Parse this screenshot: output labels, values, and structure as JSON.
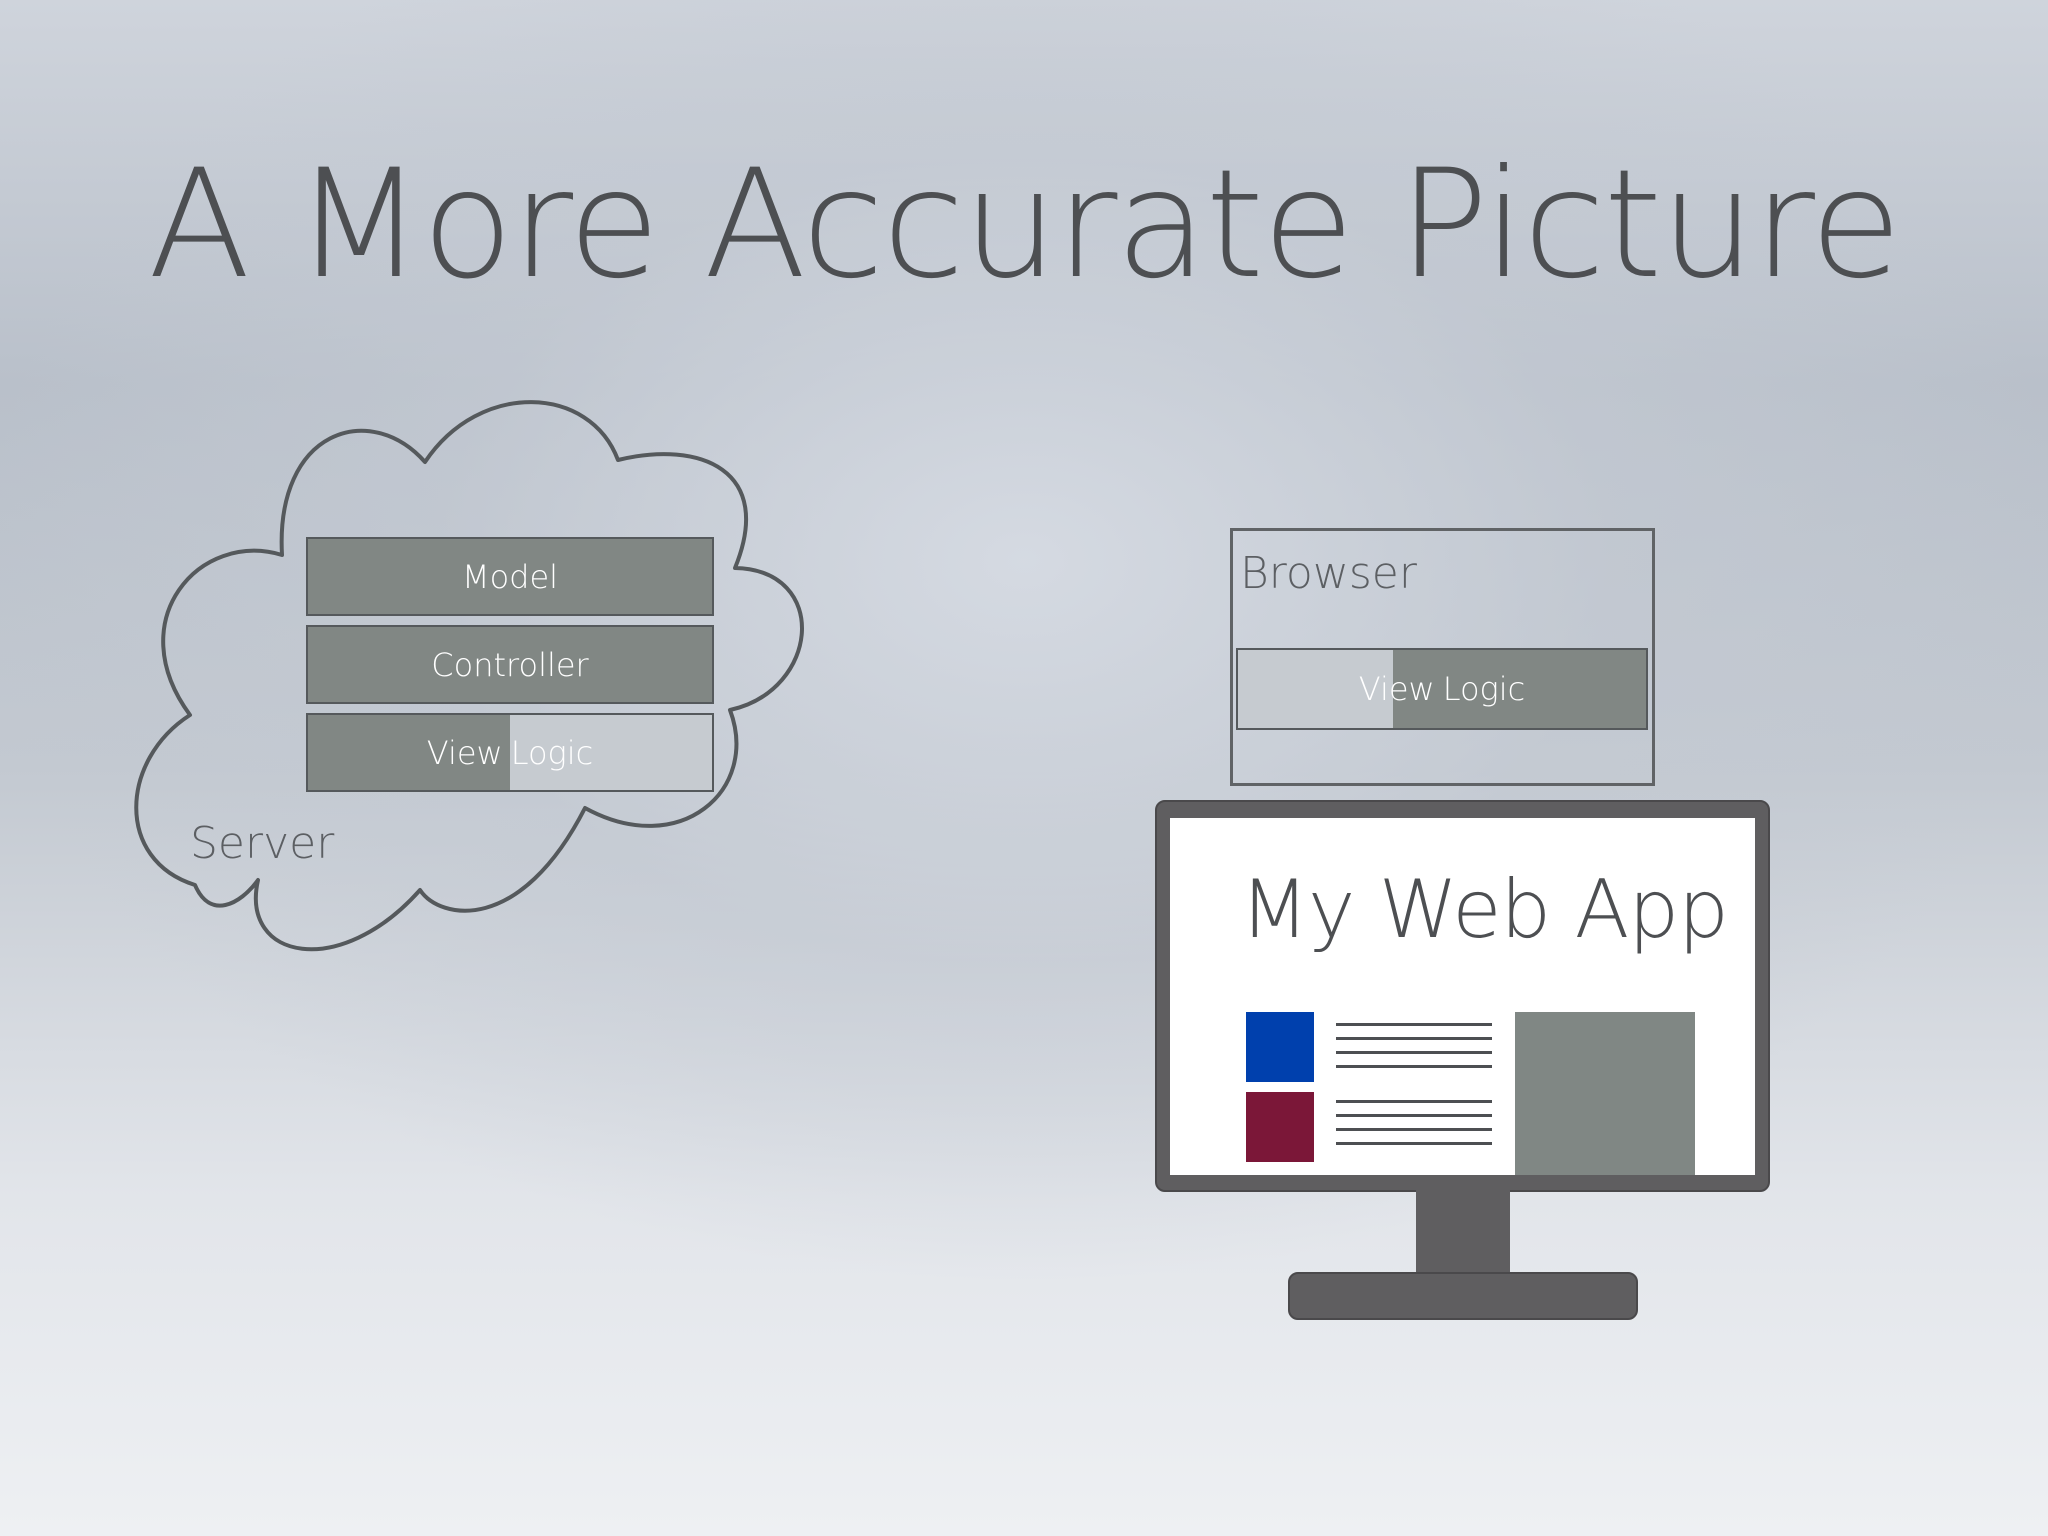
{
  "title": "A More Accurate Picture",
  "server": {
    "label": "Server",
    "layers": {
      "model": "Model",
      "controller": "Controller",
      "view_word": "View",
      "logic_word": "Logic"
    }
  },
  "browser": {
    "label": "Browser",
    "view_word": "View",
    "logic_word": "Logic"
  },
  "monitor": {
    "app_title": "My Web App",
    "colors": {
      "blue_tile": "#0040ad",
      "red_tile": "#7b1738",
      "gray_panel": "#808784",
      "frame": "#5f5e60"
    }
  }
}
